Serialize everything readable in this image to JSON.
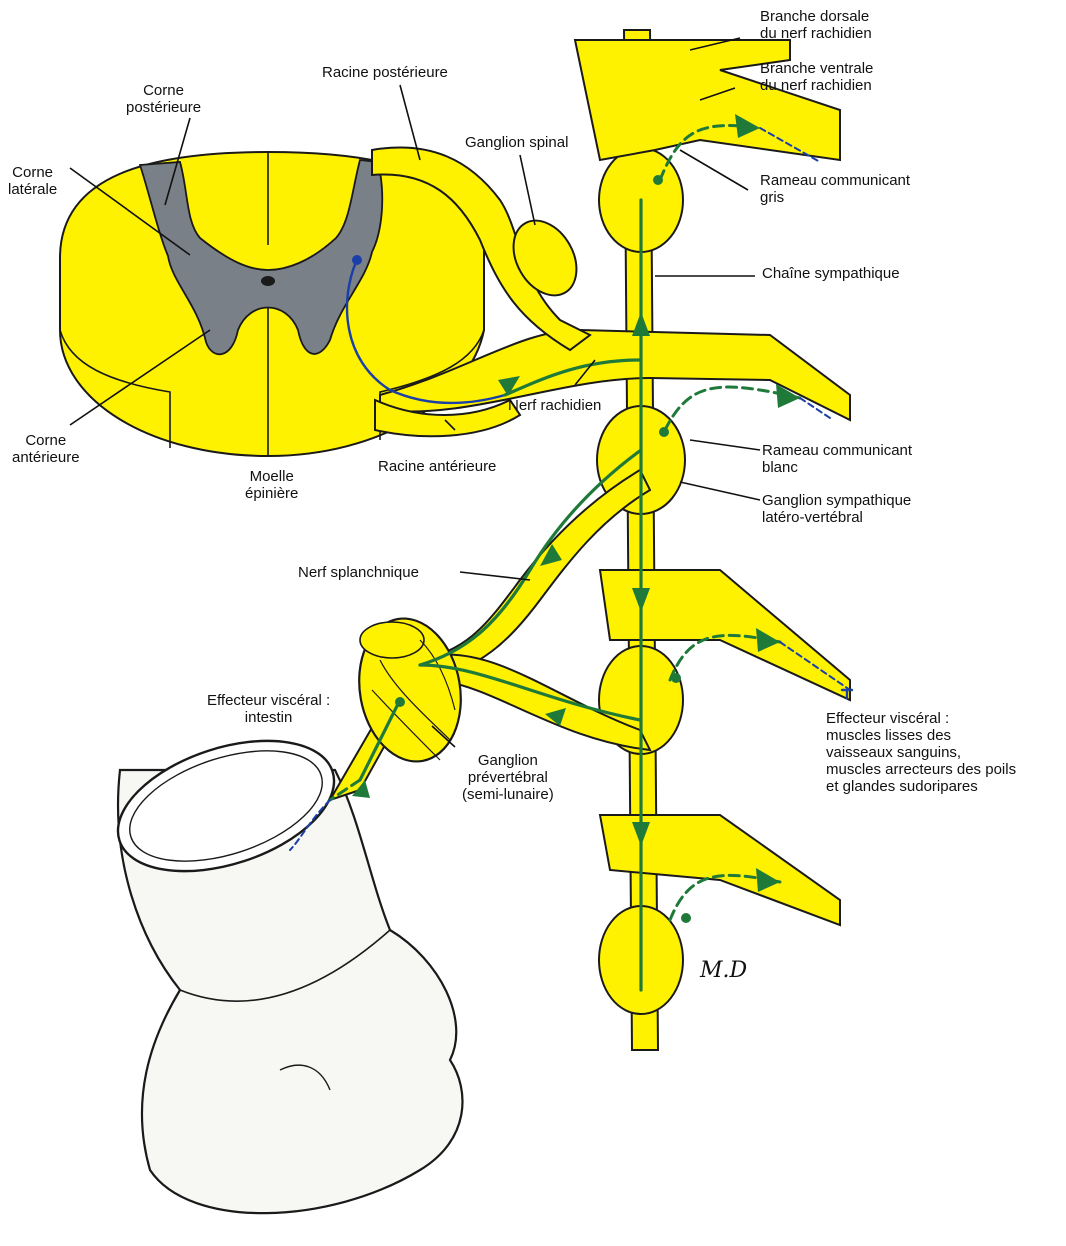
{
  "labels": {
    "corne_posterieure": [
      "Corne",
      "postérieure"
    ],
    "corne_laterale": [
      "Corne",
      "latérale"
    ],
    "corne_anterieure": [
      "Corne",
      "antérieure"
    ],
    "moelle_epiniere": [
      "Moelle",
      "épinière"
    ],
    "racine_posterieure": "Racine postérieure",
    "racine_anterieure": "Racine antérieure",
    "ganglion_spinal": "Ganglion spinal",
    "nerf_rachidien": "Nerf rachidien",
    "branche_dorsale": [
      "Branche dorsale",
      "du nerf rachidien"
    ],
    "branche_ventrale": [
      "Branche ventrale",
      "du nerf rachidien"
    ],
    "rameau_gris": [
      "Rameau communicant",
      "gris"
    ],
    "chaine_sympathique": "Chaîne sympathique",
    "rameau_blanc": [
      "Rameau communicant",
      "blanc"
    ],
    "ganglion_sympathique": [
      "Ganglion sympathique",
      "latéro-vertébral"
    ],
    "nerf_splanchnique": "Nerf splanchnique",
    "effecteur_intestin": [
      "Effecteur viscéral :",
      "intestin"
    ],
    "ganglion_prevertebral": [
      "Ganglion",
      "prévertébral",
      "(semi-lunaire)"
    ],
    "effecteur_visceral": [
      "Effecteur viscéral :",
      "muscles lisses des",
      "vaisseaux sanguins,",
      "muscles arrecteurs des poils",
      "et glandes sudoripares"
    ]
  },
  "signature": "M.D",
  "colors": {
    "nerve_fill": "#fff200",
    "outline": "#1a1a1a",
    "gray_matter": "#7a8088",
    "fiber_green": "#1f7a3a",
    "fiber_blue": "#1a3fa8",
    "intestin_fill": "#f7f7f4"
  }
}
